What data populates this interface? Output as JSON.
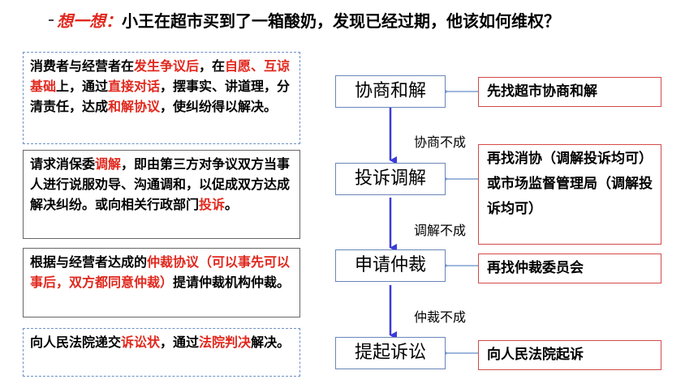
{
  "title": {
    "lead": "想一想：",
    "question": "小王在超市买到了一箱酸奶，发现已经过期，他该如何维权？"
  },
  "steps": [
    {
      "label": "协商和解",
      "target": "先找超市协商和解"
    },
    {
      "label": "投诉调解",
      "target": "再找消协（调解投诉均可）或市场监督管理局（调解投诉均可）"
    },
    {
      "label": "申请仲裁",
      "target": "再找仲裁委员会"
    },
    {
      "label": "提起诉讼",
      "target": "向人民法院起诉"
    }
  ],
  "transitions": [
    "协商不成",
    "调解不成",
    "仲裁不成"
  ],
  "descriptions": {
    "d1": {
      "p1": "消费者与经营者在",
      "h1": "发生争议后",
      "p2": "，在",
      "h2": "自愿、互谅基础",
      "p3": "上，通过",
      "h3": "直接对话",
      "p4": "，摆事实、讲道理，分清责任，达成",
      "h4": "和解协议",
      "p5": "，使纠纷得以解决。"
    },
    "d2": {
      "p1": "请求消保委",
      "h1": "调解",
      "p2": "，即由第三方对争议双方当事人进行说服劝导、沟通调和，以促成双方达成解决纠纷。或向相关行政部门",
      "h2": "投诉",
      "p3": "。"
    },
    "d3": {
      "p1": "根据与经营者达成的",
      "h1": "仲裁协议（可以事先可以事后，双方都同意仲裁）",
      "p2": "提请仲裁机构仲裁。"
    },
    "d4": {
      "p1": "向人民法院递交",
      "h1": "诉讼状",
      "p2": "，通过",
      "h2": "法院判决",
      "p3": "解决。"
    }
  },
  "colors": {
    "highlight": "#e0281e",
    "arrow_down": "#3b3bd9",
    "arrow_side": "#7f9fd0",
    "step_border": "#6a86b8",
    "target_border": "#d44a4a"
  }
}
